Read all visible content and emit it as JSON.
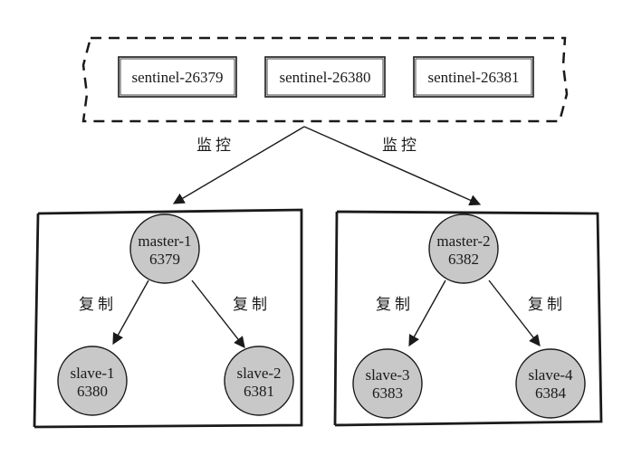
{
  "sentinels": [
    {
      "label": "sentinel-26379"
    },
    {
      "label": "sentinel-26380"
    },
    {
      "label": "sentinel-26381"
    }
  ],
  "monitor_labels": [
    "监控",
    "监控"
  ],
  "groups": [
    {
      "master": {
        "name": "master-1",
        "port": "6379"
      },
      "replicate_labels": [
        "复制",
        "复制"
      ],
      "slaves": [
        {
          "name": "slave-1",
          "port": "6380"
        },
        {
          "name": "slave-2",
          "port": "6381"
        }
      ]
    },
    {
      "master": {
        "name": "master-2",
        "port": "6382"
      },
      "replicate_labels": [
        "复制",
        "复制"
      ],
      "slaves": [
        {
          "name": "slave-3",
          "port": "6383"
        },
        {
          "name": "slave-4",
          "port": "6384"
        }
      ]
    }
  ],
  "colors": {
    "node_fill": "#c8c8c8",
    "stroke": "#1a1a1a",
    "background": "#ffffff"
  }
}
